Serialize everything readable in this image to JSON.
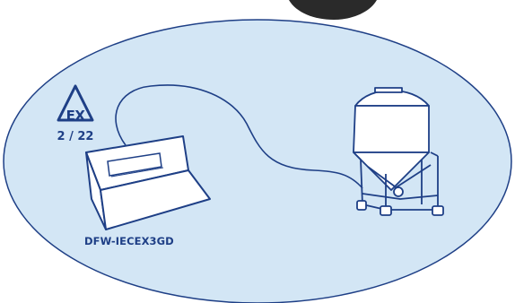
{
  "hazard_badge": {
    "symbol": "EX",
    "zone": "2 / 22"
  },
  "device": {
    "model": "DFW-IECEX3GD"
  },
  "colors": {
    "zone_fill": "#d3e6f5",
    "line": "#1e3f86",
    "label": "#1e3f86",
    "equipment_fill": "#ffffff"
  }
}
